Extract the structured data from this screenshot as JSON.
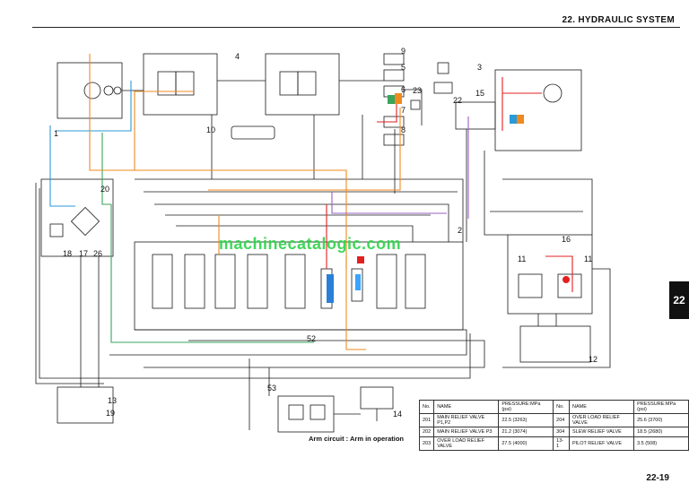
{
  "header": {
    "section_title": "22. HYDRAULIC SYSTEM",
    "page_number": "22-19",
    "side_tab": "22"
  },
  "watermark": "machinecatalogic.com",
  "caption": "Arm circuit : Arm in operation",
  "callouts": [
    "1",
    "2",
    "3",
    "4",
    "5",
    "6",
    "7",
    "8",
    "9",
    "10",
    "11",
    "11",
    "12",
    "13",
    "14",
    "15",
    "16",
    "17",
    "18",
    "19",
    "20",
    "22",
    "23",
    "26",
    "52",
    "53"
  ],
  "table": {
    "headers": [
      "No.",
      "NAME",
      "PRESSURE:MPa (psi)",
      "No.",
      "NAME",
      "PRESSURE:MPa (psi)"
    ],
    "rows": [
      [
        "201",
        "MAIN RELIEF VALVE P1,P2",
        "22.5 (3263)",
        "204",
        "OVER LOAD RELIEF VALVE",
        "25.6 (3700)"
      ],
      [
        "202",
        "MAIN RELIEF VALVE P3",
        "21.2 (3074)",
        "304",
        "SLEW RELIEF VALVE",
        "18.5 (2680)"
      ],
      [
        "203",
        "OVER LOAD RELIEF VALVE",
        "27.5 (4000)",
        "13-1",
        "PILOT RELIEF VALVE",
        "3.5 (508)"
      ]
    ]
  },
  "colors": {
    "pressure_line": "#e32020",
    "pilot_line": "#f08a1e",
    "return_line": "#2a9ad8",
    "drain_line": "#3aa45a",
    "purple_line": "#9a5fc0",
    "schematic": "#1a1a1a",
    "watermark": "#2fd24a"
  }
}
